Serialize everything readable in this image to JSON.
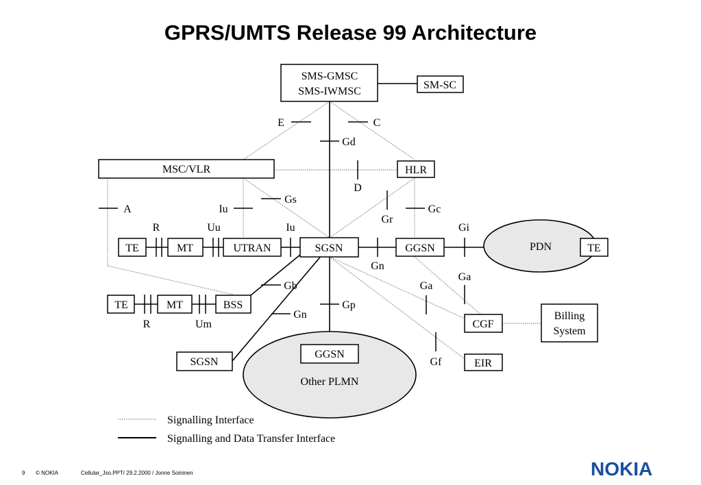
{
  "title": "GPRS/UMTS Release 99 Architecture",
  "nodes": {
    "sms_gmsc": "SMS-GMSC",
    "sms_iwmsc": "SMS-IWMSC",
    "sm_sc": "SM-SC",
    "msc_vlr": "MSC/VLR",
    "hlr": "HLR",
    "te1": "TE",
    "mt1": "MT",
    "utran": "UTRAN",
    "sgsn": "SGSN",
    "ggsn": "GGSN",
    "pdn": "PDN",
    "te_pdn": "TE",
    "te2": "TE",
    "mt2": "MT",
    "bss": "BSS",
    "cgf": "CGF",
    "billing_line1": "Billing",
    "billing_line2": "System",
    "sgsn_other": "SGSN",
    "ggsn_other": "GGSN",
    "other_plmn": "Other PLMN",
    "eir": "EIR"
  },
  "interfaces": {
    "e": "E",
    "c": "C",
    "gd": "Gd",
    "d": "D",
    "gs": "Gs",
    "a": "A",
    "iu_top": "Iu",
    "gr": "Gr",
    "gc": "Gc",
    "r1": "R",
    "uu": "Uu",
    "iu": "Iu",
    "gi": "Gi",
    "gn1": "Gn",
    "ga1": "Ga",
    "ga2": "Ga",
    "gb": "Gb",
    "gp": "Gp",
    "gn2": "Gn",
    "r2": "R",
    "um": "Um",
    "gf": "Gf"
  },
  "legend": {
    "signalling": "Signalling Interface",
    "signalling_data": "Signalling and Data Transfer Interface"
  },
  "footer": {
    "page": "9",
    "copyright": "© NOKIA",
    "file": "Cellular_Jso.PPT/ 29.2.2000 / Jonne Soininen"
  },
  "logo": "NOKIA"
}
